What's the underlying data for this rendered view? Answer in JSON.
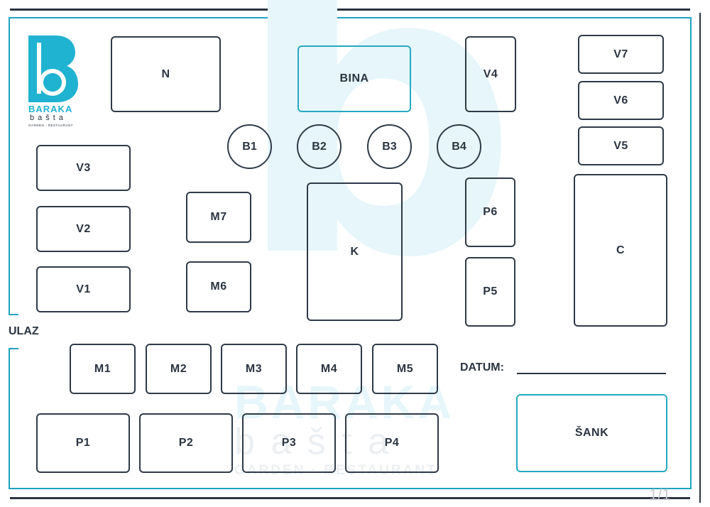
{
  "logo": {
    "brand": "BARAKA",
    "sub": "bašta",
    "tagline": "GARDEN - RESTAURANT",
    "color": "#1fb3d1"
  },
  "watermark": {
    "letter": "b",
    "brand": "BARAKA",
    "sub": "b a š t a",
    "tagline": "GARDEN · RESTAURANT"
  },
  "stage": "BINA",
  "tables": {
    "N": "N",
    "V4": "V4",
    "V7": "V7",
    "V6": "V6",
    "V5": "V5",
    "V3": "V3",
    "V2": "V2",
    "V1": "V1",
    "M7": "M7",
    "M6": "M6",
    "K": "K",
    "P6": "P6",
    "P5": "P5",
    "C": "C",
    "M1": "M1",
    "M2": "M2",
    "M3": "M3",
    "M4": "M4",
    "M5": "M5",
    "P1": "P1",
    "P2": "P2",
    "P3": "P3",
    "P4": "P4"
  },
  "round_tables": [
    "B1",
    "B2",
    "B3",
    "B4"
  ],
  "entrance": "ULAZ",
  "date_label": "DATUM:",
  "bar": "ŠANK",
  "page_indicator": "1/1",
  "colors": {
    "accent": "#26a9c1",
    "outline": "#2f3a48",
    "watermark": "#e6f6fa"
  }
}
